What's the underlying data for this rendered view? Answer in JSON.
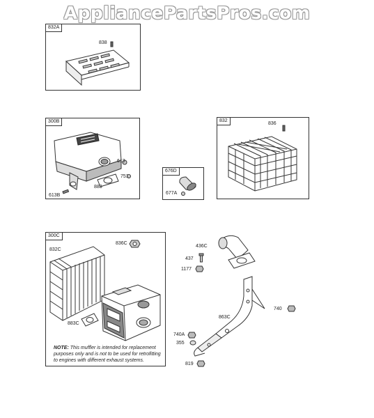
{
  "watermark": "AppliancePartsPros.com",
  "panels": {
    "p832a": "832A",
    "p300b": "300B",
    "p832": "832",
    "p676d": "676D",
    "p300c": "300C"
  },
  "labels": {
    "l838": "838",
    "l613": "613",
    "l751": "751",
    "l883": "883",
    "l613b": "613B",
    "l677a": "677A",
    "l836": "836",
    "l836c": "836C",
    "l832c": "832C",
    "l883c": "883C",
    "l436c": "436C",
    "l437": "437",
    "l1177": "1177",
    "l740": "740",
    "l863c": "863C",
    "l740a": "740A",
    "l355": "355",
    "l819": "819"
  },
  "note": {
    "prefix": "NOTE:",
    "text": "This muffler is intended for replacement purposes only and is not to be used for retrofitting to engines with different exhaust systems."
  }
}
